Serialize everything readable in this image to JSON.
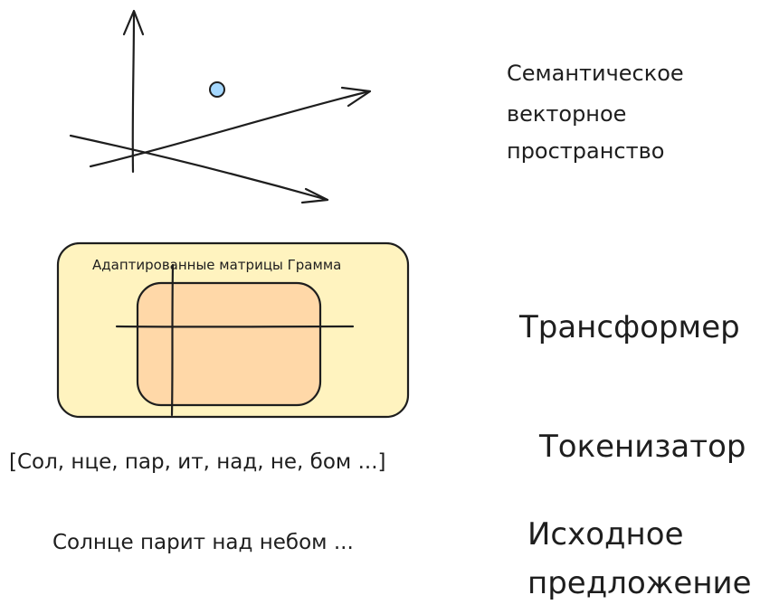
{
  "colors": {
    "stroke": "#1e1e1e",
    "dot_fill": "#a5d8ff",
    "outer_box_fill": "#fff3bf",
    "inner_box_fill": "#ffd8a8"
  },
  "vector_space": {
    "label_lines": [
      "Семантическое",
      "векторное",
      "пространство"
    ]
  },
  "transformer": {
    "box_title": "Адаптированные матрицы Грамма",
    "label": "Трансформер"
  },
  "tokenizer": {
    "tokens_text": "[Сол, нце, пар, ит, над, не, бом ...]",
    "label": "Токенизатор"
  },
  "source": {
    "sentence": "Солнце парит над небом ...",
    "label_lines": [
      "Исходное",
      "предложение"
    ]
  }
}
